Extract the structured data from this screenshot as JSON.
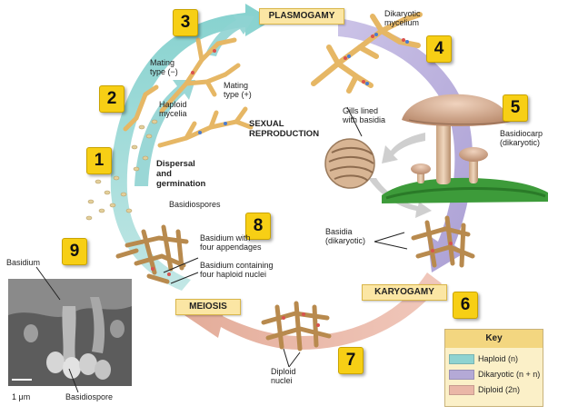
{
  "stages": {
    "plasmogamy": "PLASMOGAMY",
    "karyogamy": "KARYOGAMY",
    "meiosis": "MEIOSIS"
  },
  "steps": [
    "1",
    "2",
    "3",
    "4",
    "5",
    "6",
    "7",
    "8",
    "9"
  ],
  "labels": {
    "sexual_reproduction": "SEXUAL\nREPRODUCTION",
    "dispersal": "Dispersal\nand\ngermination",
    "mating_minus": "Mating\ntype (−)",
    "mating_plus": "Mating\ntype (+)",
    "haploid_mycelia": "Haploid\nmycelia",
    "dikaryotic_mycelium": "Dikaryotic\nmycelium",
    "gills": "Gills lined\nwith basidia",
    "basidiocarp": "Basidiocarp\n(dikaryotic)",
    "basidia": "Basidia\n(dikaryotic)",
    "basidiospores": "Basidiospores",
    "basidium_appendages": "Basidium with\nfour appendages",
    "basidium_nuclei": "Basidium containing\nfour haploid nuclei",
    "diploid_nuclei": "Diploid\nnuclei",
    "basidium": "Basidium",
    "basidiospore": "Basidiospore",
    "scale": "1 μm"
  },
  "key": {
    "title": "Key",
    "items": [
      {
        "label": "Haploid (n)",
        "color": "#8fd3d1"
      },
      {
        "label": "Dikaryotic (n + n)",
        "color": "#b4a9d6"
      },
      {
        "label": "Diploid (2n)",
        "color": "#eab7a7"
      }
    ]
  },
  "colors": {
    "haploid": "#8fd3d1",
    "dikaryotic": "#b4a9d6",
    "diploid": "#eab7a7",
    "badge": "#f7cf15",
    "hypha": "#e9c27a"
  }
}
